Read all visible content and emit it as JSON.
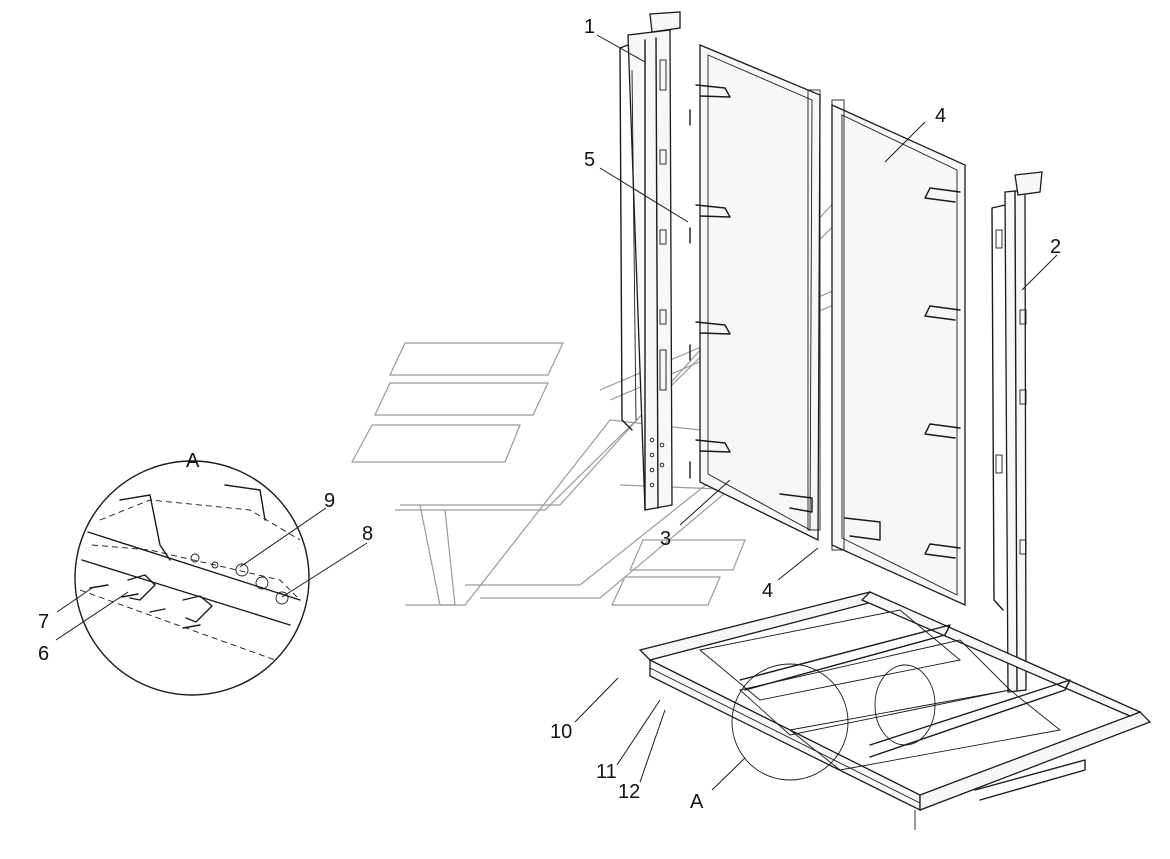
{
  "callouts": {
    "c1": "1",
    "c2": "2",
    "c3": "3",
    "c4a": "4",
    "c4b": "4",
    "c5": "5",
    "c6": "6",
    "c7": "7",
    "c8": "8",
    "c9": "9",
    "c10": "10",
    "c11": "11",
    "c12": "12"
  },
  "detail": {
    "label_top": "A",
    "label_bottom": "A"
  }
}
